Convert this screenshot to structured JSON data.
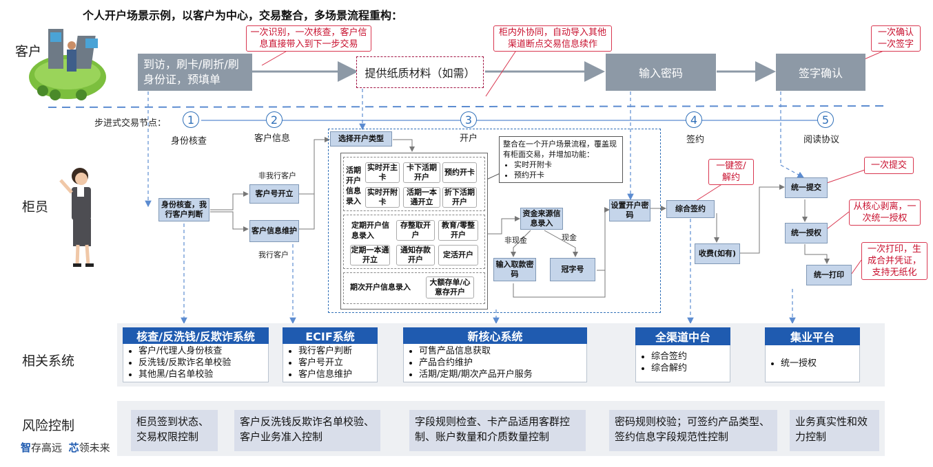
{
  "title": "个人开户场景示例，以客户为中心，交易整合，多场景流程重构：",
  "roles": {
    "customer": "客户",
    "teller": "柜员",
    "systems": "相关系统",
    "risk": "风险控制"
  },
  "customer_row": {
    "visit": "到访，刷卡/刷折/刷身份证，预填单",
    "paper": "提供纸质材料（如需）",
    "password": "输入密码",
    "sign": "签字确认"
  },
  "callouts": {
    "once_identify": "一次识别，一次核查，客户信息直接带入到下一步交易",
    "inside_outside": "柜内外协同，自动导入其他渠道断点交易信息续作",
    "once_confirm": "一次确认一次签字",
    "one_key": "一键签/解约",
    "once_submit": "一次提交",
    "strip_core": "从核心剥离，一次统一授权",
    "once_print": "一次打印，生成合并凭证，支持无纸化"
  },
  "steps": {
    "label": "步进式交易节点：",
    "items": [
      {
        "num": "1",
        "name": "身份核查"
      },
      {
        "num": "2",
        "name": "客户信息"
      },
      {
        "num": "3",
        "name": "开户"
      },
      {
        "num": "4",
        "name": "签约"
      },
      {
        "num": "5",
        "name": "阅读协议"
      }
    ]
  },
  "flow": {
    "id_check": "身份核查，我行客户判断",
    "not_our_customer": "非我行客户",
    "our_customer": "我行客户",
    "customer_open": "客户号开立",
    "customer_maintain": "客户信息维护",
    "choose_type": "选择开户类型",
    "integration_note": {
      "text": "整合在一个开户场景流程，覆盖现有柜面交易，并增加功能：",
      "items": [
        "实时开附卡",
        "预约开卡"
      ]
    },
    "demand_group": {
      "label": "活期开户信息录入",
      "options": [
        "实时开主卡",
        "卡下活期开户",
        "预约开卡",
        "实时开附卡",
        "活期一本通开立",
        "折下活期开户"
      ]
    },
    "time_group": {
      "label": "定期开户信息录入",
      "options": [
        "存整取开户",
        "教育/零整开户",
        "定期一本通开立",
        "通知存款开户",
        "定活开户"
      ]
    },
    "period_group": {
      "label": "期次开户信息录入",
      "options": [
        "大额存单/心意存开户"
      ]
    },
    "fund_source": "资金来源信息录入",
    "non_cash": "非现金",
    "cash": "现金",
    "input_withdraw_pwd": "输入取款密码",
    "crown_number": "冠字号",
    "set_password": "设置开户密码",
    "sign_all": "综合签约",
    "fee": "收费(如有)",
    "unified_submit": "统一提交",
    "unified_auth": "统一授权",
    "unified_print": "统一打印"
  },
  "systems": [
    {
      "name": "核查/反洗钱/反欺诈系统",
      "items": [
        "客户/代理人身份核查",
        "反洗钱/反欺诈名单校验",
        "其他黑/白名单校验"
      ]
    },
    {
      "name": "ECIF系统",
      "items": [
        "我行客户判断",
        "客户号开立",
        "客户信息维护"
      ]
    },
    {
      "name": "新核心系统",
      "items": [
        "可售产品信息获取",
        "产品合约维护",
        "活期/定期/期次产品开户服务"
      ]
    },
    {
      "name": "全渠道中台",
      "items": [
        "综合签约",
        "综合解约"
      ]
    },
    {
      "name": "集业平台",
      "items": [
        "统一授权"
      ]
    }
  ],
  "risks": [
    "柜员签到状态、交易权限控制",
    "客户反洗钱反欺诈名单校验、客户业务准入控制",
    "字段规则检查、卡产品适用客群控制、账户数量和介质数量控制",
    "密码规则校验；可签约产品类型、签约信息字段规范性控制",
    "业务真实性和效力控制"
  ],
  "footer": {
    "zhi": "智",
    "zhi_rest": "存高远",
    "xin": "芯",
    "xin_rest": "领未来"
  },
  "colors": {
    "accent_blue": "#1f5bb0",
    "gray_box": "#8d99a6",
    "callout_red": "#c8102e",
    "node_blue": "#c5d5ea"
  }
}
